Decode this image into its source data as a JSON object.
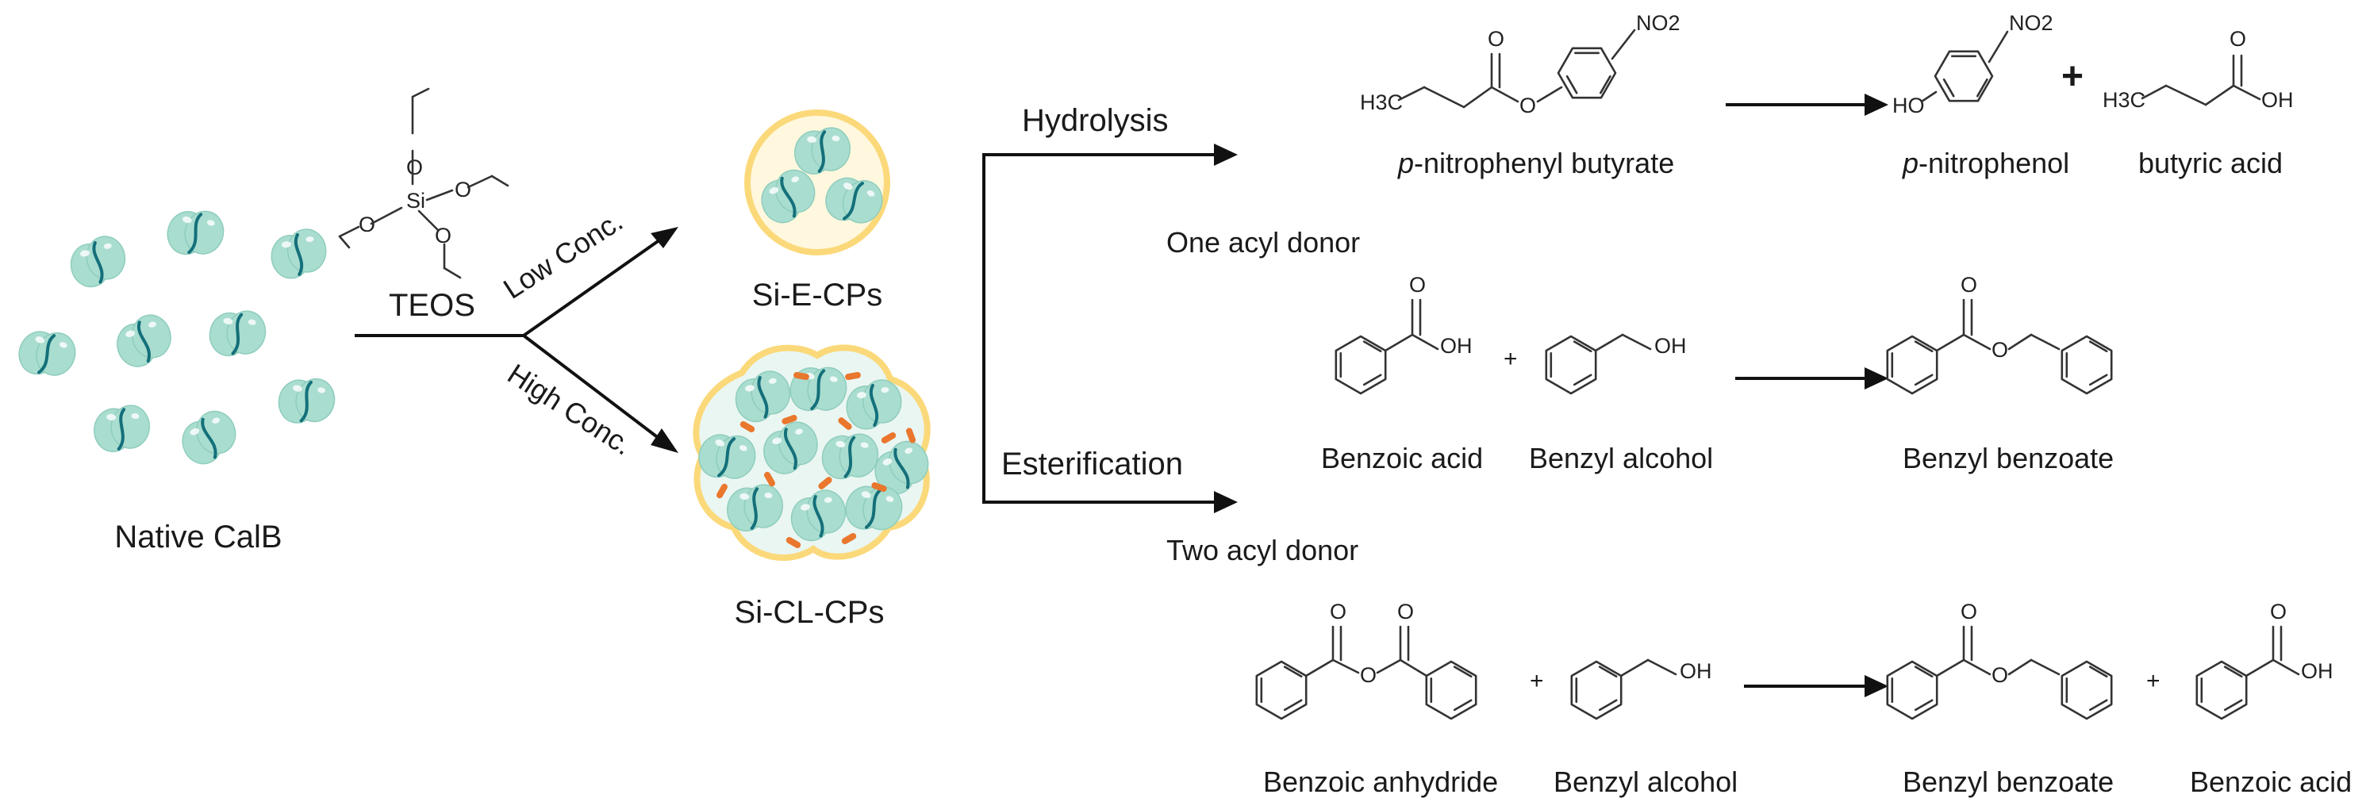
{
  "left": {
    "native_label": "Native CalB",
    "teos_label": "TEOS",
    "teos_atoms": {
      "si": "Si",
      "o": "O"
    },
    "low_label": "Low Conc.",
    "high_label": "High Conc.",
    "si_e_label": "Si-E-CPs",
    "si_cl_label": "Si-CL-CPs"
  },
  "branches": {
    "hydrolysis": "Hydrolysis",
    "esterification": "Esterification",
    "one_acyl": "One acyl donor",
    "two_acyl": "Two acyl donor"
  },
  "hydrolysis_reaction": {
    "reactant": {
      "prefix": "p",
      "name": "-nitrophenyl butyrate"
    },
    "product1": {
      "prefix": "p",
      "name": "-nitrophenol"
    },
    "product2": "butyric acid",
    "plus": "+"
  },
  "esterification_one": {
    "reactant1": "Benzoic acid",
    "reactant2": "Benzyl alcohol",
    "product": "Benzyl benzoate",
    "plus": "+"
  },
  "esterification_two": {
    "reactant1": "Benzoic anhydride",
    "reactant2": "Benzyl alcohol",
    "product1": "Benzyl benzoate",
    "product2": "Benzoic acid",
    "plus": "+"
  },
  "atoms": {
    "h3c": "H3C",
    "no2": "NO2",
    "ho": "HO",
    "oh": "OH",
    "o": "O"
  },
  "colors": {
    "enzyme": "#a9ddd0",
    "enzyme_stroke": "#7fc4b4",
    "enzyme_curve": "#14707a",
    "shell": "#fbd97a",
    "shell_fill": "#fff8de",
    "crosslinker": "#e9772d"
  }
}
